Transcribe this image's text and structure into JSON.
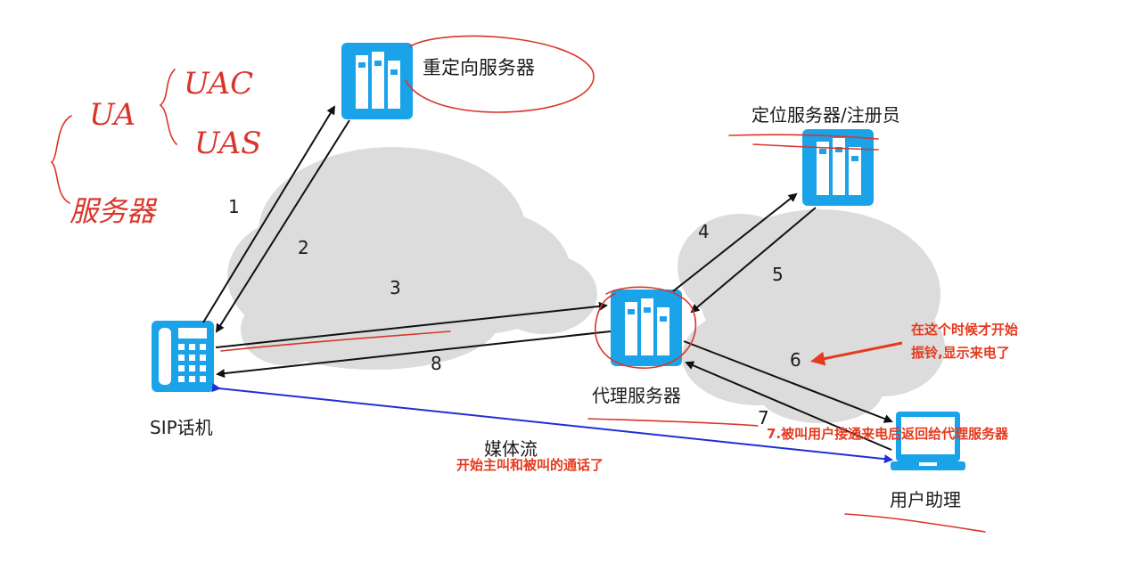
{
  "nodes": {
    "redirect_server": "重定向服务器",
    "location_server": "定位服务器/注册员",
    "proxy_server": "代理服务器",
    "sip_phone": "SIP话机",
    "user_agent": "用户助理"
  },
  "steps": {
    "s1": "1",
    "s2": "2",
    "s3": "3",
    "s4": "4",
    "s5": "5",
    "s6": "6",
    "s7": "7",
    "s8": "8"
  },
  "media": {
    "label": "媒体流"
  },
  "annotations": {
    "ringing_line1": "在这个时候才开始",
    "ringing_line2": "振铃,显示来电了",
    "step7_note": "7.被叫用户接通来电后返回给代理服务器",
    "media_note": "开始主叫和被叫的通话了"
  },
  "handwriting": {
    "ua": "UA",
    "uac": "UAC",
    "uas": "UAS",
    "server": "服务器"
  },
  "colors": {
    "icon_blue": "#1aa3e8",
    "cloud_gray": "#dcdcdc",
    "media_blue": "#1f2fd6",
    "annotation_red": "#e53a1e",
    "ink_red": "#d9362b"
  }
}
